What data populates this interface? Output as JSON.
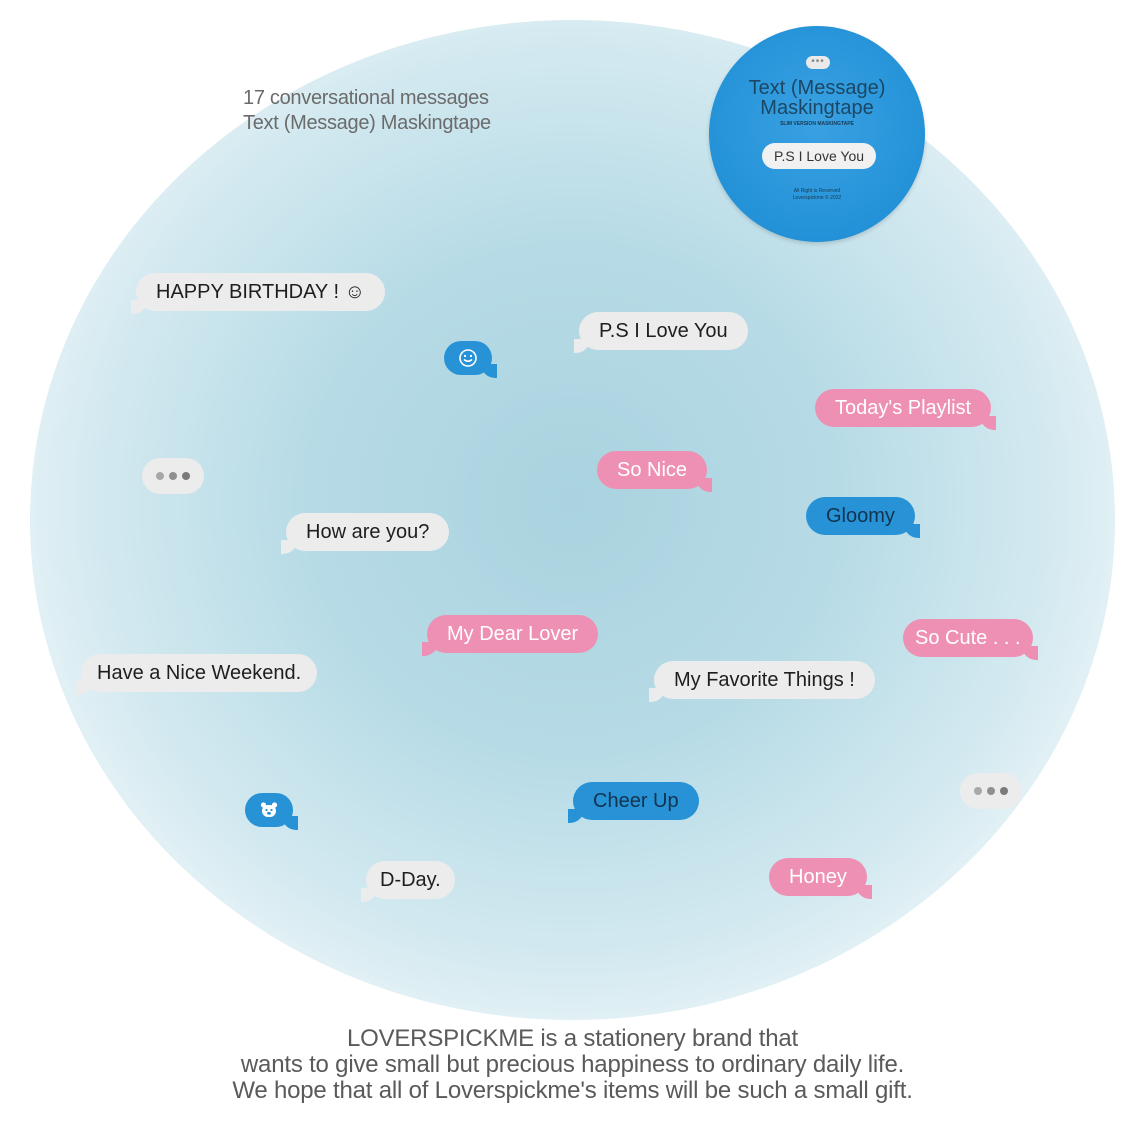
{
  "header": {
    "line1": "17 conversational messages",
    "line2": "Text (Message) Maskingtape"
  },
  "tape": {
    "title_line1": "Text (Message)",
    "title_line2": "Maskingtape",
    "subtitle": "SLIM VERSION MASKINGTAPE",
    "pill": "P.S I Love You",
    "fine_line1": "All Right is Reserved",
    "fine_line2": "Loverspickme © 2022",
    "color": "#2492d8"
  },
  "bubbles": {
    "happy_birthday": "HAPPY BIRTHDAY ! ☺",
    "ps_love": "P.S I Love You",
    "todays_playlist": "Today's Playlist",
    "so_nice": "So Nice",
    "gloomy": "Gloomy",
    "how_are_you": "How are you?",
    "my_dear_lover": "My Dear Lover",
    "so_cute": "So Cute . . .",
    "nice_weekend": "Have a Nice Weekend.",
    "favorite_things": "My Favorite Things !",
    "cheer_up": "Cheer Up",
    "d_day": "D-Day.",
    "honey": "Honey"
  },
  "icons": {
    "smiley_bubble": "smiley-icon",
    "bear_bubble": "bear-icon",
    "typing_indicator": "typing-dots-icon"
  },
  "colors": {
    "gray_bubble": "#ececec",
    "pink_bubble": "#ee90b3",
    "blue_bubble": "#2793d6",
    "background_glow": "#a9d3df"
  },
  "footer": {
    "line1": "LOVERSPICKME is a stationery brand that",
    "line2": "wants to give small but precious happiness to ordinary daily life.",
    "line3": "We hope that all of Loverspickme's items will be such a small gift."
  }
}
